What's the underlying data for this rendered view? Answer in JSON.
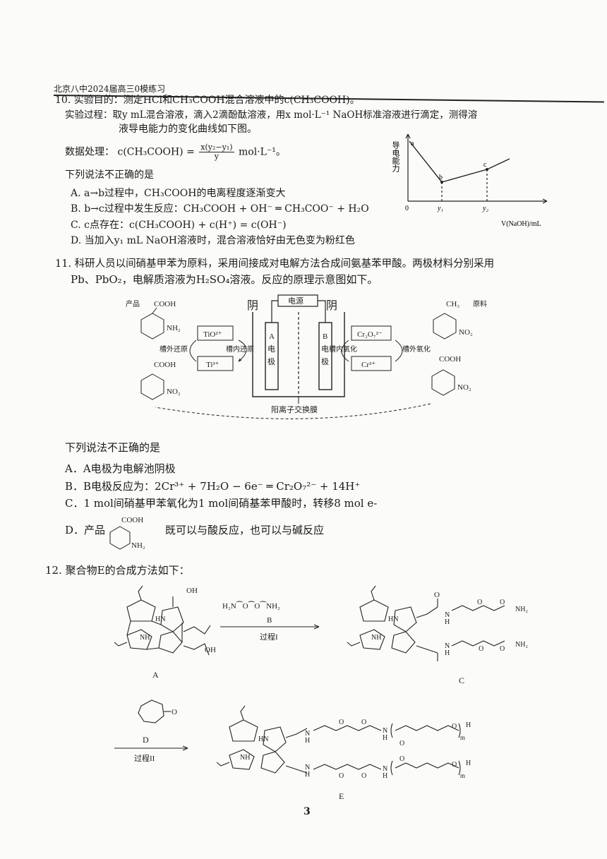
{
  "header": "北京八中2024届高三0模练习",
  "q10": {
    "line1": "10. 实验目的：测定HCl和CH₃COOH混合溶液中的c(CH₃COOH)。",
    "line2": "实验过程：取y mL混合溶液，滴入2滴酚酞溶液，用x mol·L⁻¹ NaOH标准溶液进行滴定，测得溶",
    "line3": "液导电能力的变化曲线如下图。",
    "data_label": "数据处理：",
    "formula_left": "c(CH₃COOH) =",
    "formula_num": "x(y₂−y₁)",
    "formula_den": "y",
    "formula_unit": "mol·L⁻¹。",
    "question": "下列说法不正确的是",
    "options": [
      "A. a→b过程中，CH₃COOH的电离程度逐渐变大",
      "B. b→c过程中发生反应：CH₃COOH + OH⁻ ═ CH₃COO⁻ + H₂O",
      "C. c点存在：c(CH₃COOH) + c(H⁺) = c(OH⁻)",
      "D. 当加入y₁ mL NaOH溶液时，混合溶液恰好由无色变为粉红色"
    ],
    "graph": {
      "ylabel": "导电能力",
      "xlabel": "V(NaOH)/mL",
      "origin": "0",
      "pt_a": "a",
      "pt_b": "b",
      "pt_c": "c",
      "y1": "y₁",
      "y2": "y₂"
    }
  },
  "q11": {
    "line1": "11. 科研人员以间硝基甲苯为原料，采用间接成对电解方法合成间氨基苯甲酸。两极材料分别采用",
    "line2": "Pb、PbO₂，电解质溶液为H₂SO₄溶液。反应的原理示意图如下。",
    "diagram": {
      "power": "电源",
      "hand_left": "阴",
      "hand_right": "阴",
      "product_label": "产品",
      "cooh": "COOH",
      "nh2": "NH₂",
      "no2": "NO₂",
      "ch3": "CH₃",
      "raw_label": "原料",
      "tio": "TiO²⁺",
      "ti": "Ti³⁺",
      "cr2o7": "Cr₂O₇²⁻",
      "cr": "Cr³⁺",
      "tank_out_red": "槽外还原",
      "tank_in_red": "槽内还原",
      "tank_in_ox": "槽内氧化",
      "tank_out_ox": "槽外氧化",
      "elecA": [
        "A",
        "电",
        "极"
      ],
      "elecB": [
        "B",
        "电",
        "极"
      ],
      "membrane": "阳离子交换膜"
    },
    "question": "下列说法不正确的是",
    "options": [
      "A．A电极为电解池阴极",
      "B．B电极反应为：2Cr³⁺ + 7H₂O − 6e⁻ ═ Cr₂O₇²⁻ + 14H⁺",
      "C．1 mol间硝基甲苯氧化为1 mol间硝基苯甲酸时，转移8 mol e-",
      "既可以与酸反应，也可以与碱反应"
    ],
    "optD_prefix": "D．产品"
  },
  "q12": {
    "title": "12. 聚合物E的合成方法如下：",
    "reagent_B": "H₂N⁀O⁀O⁀NH₂",
    "label_B": "B",
    "step1": "过程I",
    "label_A": "A",
    "label_C": "C",
    "label_D": "D",
    "step2": "过程II",
    "label_E": "E",
    "oh": "OH",
    "o": "O",
    "nh": "NH",
    "hn": "HN",
    "n": "N",
    "h": "H",
    "m": "m",
    "nh2_small": "NH₂"
  },
  "page_number": "3"
}
